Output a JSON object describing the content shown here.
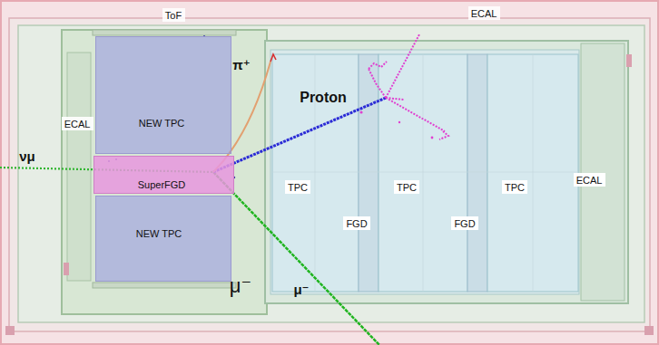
{
  "diagram": {
    "nodes": [
      {
        "text": [
          "ToF"
        ]
      },
      {
        "text": [
          "ECAL"
        ]
      },
      {
        "text": [
          "ECAL"
        ]
      },
      {
        "text": [
          "NEW TPC"
        ]
      },
      {
        "text": [
          "SuperFGD"
        ]
      },
      {
        "text": [
          "TPC"
        ]
      },
      {
        "text": [
          "TPC"
        ]
      },
      {
        "text": [
          "TPC"
        ]
      },
      {
        "text": [
          "ECAL"
        ]
      },
      {
        "text": [
          "FGD"
        ]
      },
      {
        "text": [
          "FGD"
        ]
      },
      {
        "text": [
          "NEW TPC"
        ]
      }
    ],
    "labels": [
      "νμ",
      "π⁺",
      "Proton",
      "μ⁻",
      "μ⁻"
    ]
  }
}
